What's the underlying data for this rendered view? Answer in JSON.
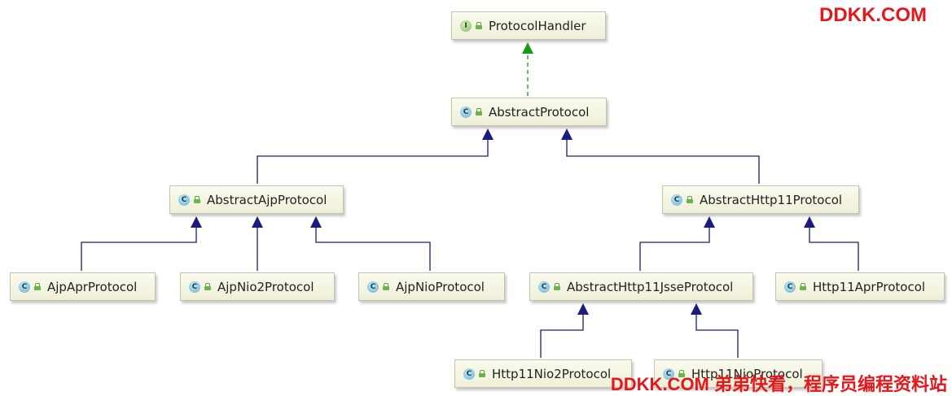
{
  "diagram": {
    "nodes": {
      "protocol_handler": {
        "kind": "I",
        "name": "ProtocolHandler"
      },
      "abstract_protocol": {
        "kind": "C",
        "name": "AbstractProtocol"
      },
      "abstract_ajp_protocol": {
        "kind": "C",
        "name": "AbstractAjpProtocol"
      },
      "abstract_http11_protocol": {
        "kind": "C",
        "name": "AbstractHttp11Protocol"
      },
      "ajp_apr_protocol": {
        "kind": "C",
        "name": "AjpAprProtocol"
      },
      "ajp_nio2_protocol": {
        "kind": "C",
        "name": "AjpNio2Protocol"
      },
      "ajp_nio_protocol": {
        "kind": "C",
        "name": "AjpNioProtocol"
      },
      "abstract_http11_jsse_protocol": {
        "kind": "C",
        "name": "AbstractHttp11JsseProtocol"
      },
      "http11_apr_protocol": {
        "kind": "C",
        "name": "Http11AprProtocol"
      },
      "http11_nio2_protocol": {
        "kind": "C",
        "name": "Http11Nio2Protocol"
      },
      "http11_nio_protocol": {
        "kind": "C",
        "name": "Http11NioProtocol"
      }
    },
    "edges": [
      {
        "from": "abstract_protocol",
        "to": "protocol_handler",
        "relation": "implements"
      },
      {
        "from": "abstract_ajp_protocol",
        "to": "abstract_protocol",
        "relation": "extends"
      },
      {
        "from": "abstract_http11_protocol",
        "to": "abstract_protocol",
        "relation": "extends"
      },
      {
        "from": "ajp_apr_protocol",
        "to": "abstract_ajp_protocol",
        "relation": "extends"
      },
      {
        "from": "ajp_nio2_protocol",
        "to": "abstract_ajp_protocol",
        "relation": "extends"
      },
      {
        "from": "ajp_nio_protocol",
        "to": "abstract_ajp_protocol",
        "relation": "extends"
      },
      {
        "from": "abstract_http11_jsse_protocol",
        "to": "abstract_http11_protocol",
        "relation": "extends"
      },
      {
        "from": "http11_apr_protocol",
        "to": "abstract_http11_protocol",
        "relation": "extends"
      },
      {
        "from": "http11_nio2_protocol",
        "to": "abstract_http11_jsse_protocol",
        "relation": "extends"
      },
      {
        "from": "http11_nio_protocol",
        "to": "abstract_http11_jsse_protocol",
        "relation": "extends"
      }
    ],
    "colors": {
      "extends_line": "#1c1c80",
      "implements_line": "#1a9a1a",
      "watermark": "#e5171b"
    }
  },
  "watermark": {
    "top": "DDKK.COM",
    "bottom": "DDKK.COM 弟弟快看，程序员编程资料站"
  }
}
